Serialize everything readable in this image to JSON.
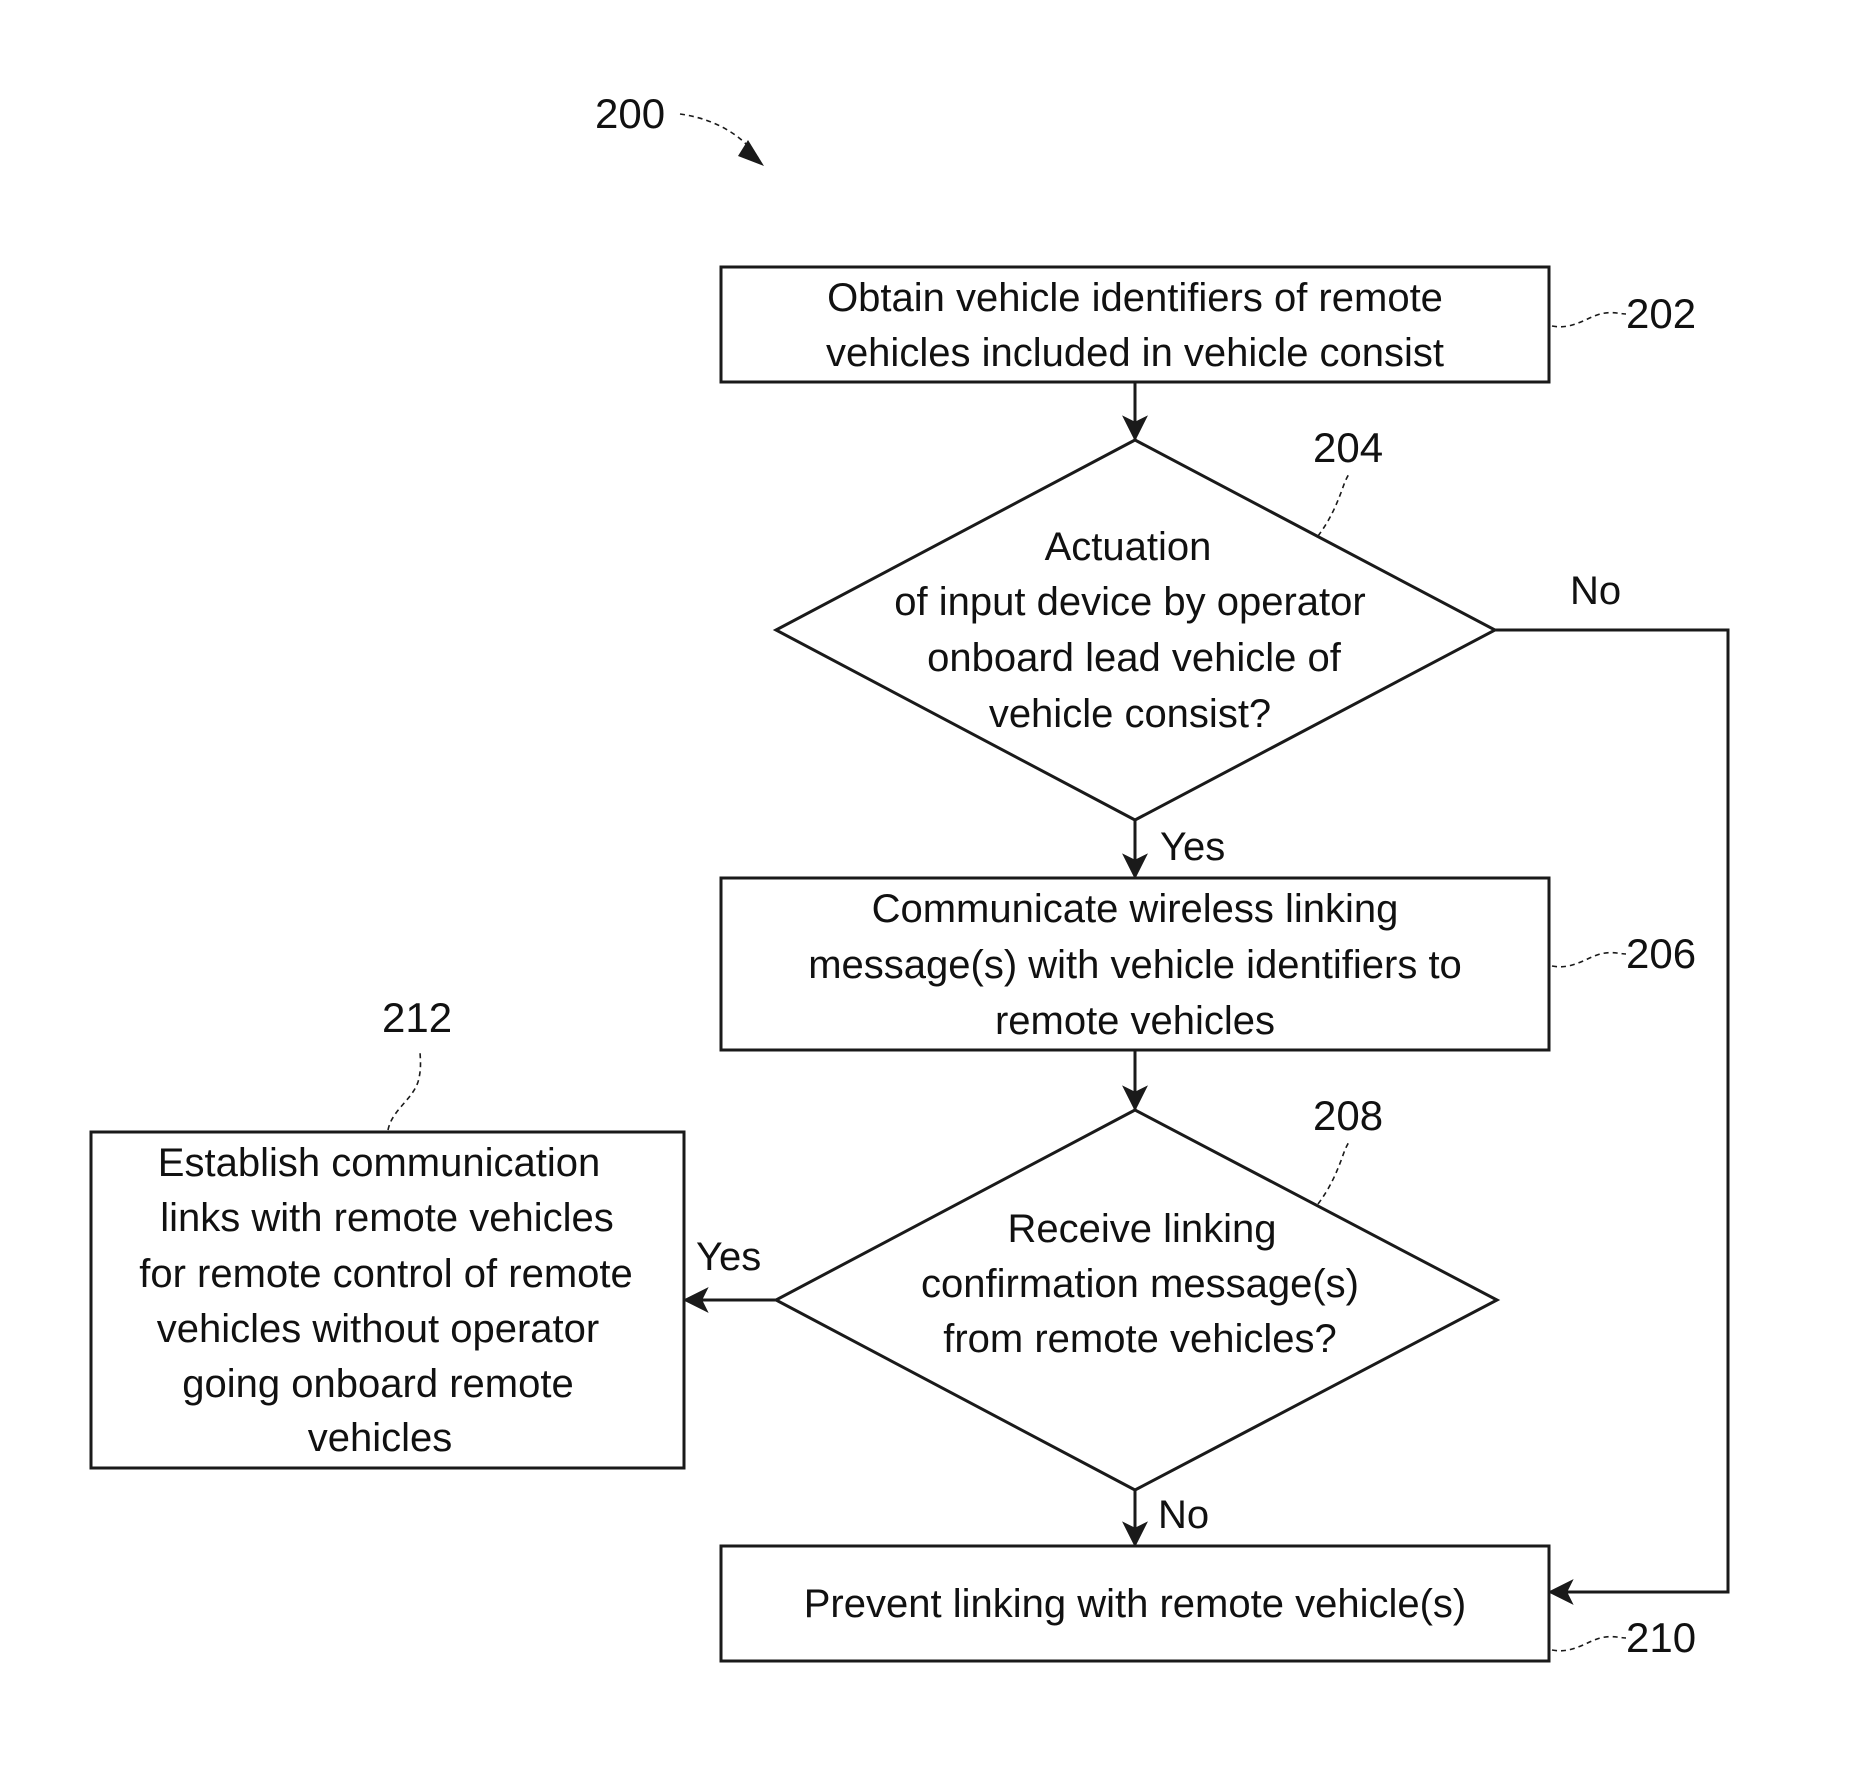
{
  "figure": {
    "ref_label": "200"
  },
  "nodes": {
    "n202": {
      "ref": "202",
      "lines": [
        "Obtain vehicle identifiers of remote",
        "vehicles included in vehicle consist"
      ]
    },
    "n204": {
      "ref": "204",
      "lines": [
        "Actuation",
        "of input device by operator",
        "onboard lead vehicle of",
        "vehicle consist?"
      ]
    },
    "n206": {
      "ref": "206",
      "lines": [
        "Communicate wireless linking",
        "message(s) with vehicle identifiers to",
        "remote vehicles"
      ]
    },
    "n208": {
      "ref": "208",
      "lines": [
        "Receive linking",
        "confirmation message(s)",
        "from remote vehicles?"
      ]
    },
    "n210": {
      "ref": "210",
      "lines": [
        "Prevent linking with remote vehicle(s)"
      ]
    },
    "n212": {
      "ref": "212",
      "lines": [
        "Establish communication",
        "links with remote vehicles",
        "for remote control of remote",
        "vehicles without operator",
        "going onboard remote",
        "vehicles"
      ]
    }
  },
  "branches": {
    "n204_no": "No",
    "n204_yes": "Yes",
    "n208_yes": "Yes",
    "n208_no": "No"
  }
}
